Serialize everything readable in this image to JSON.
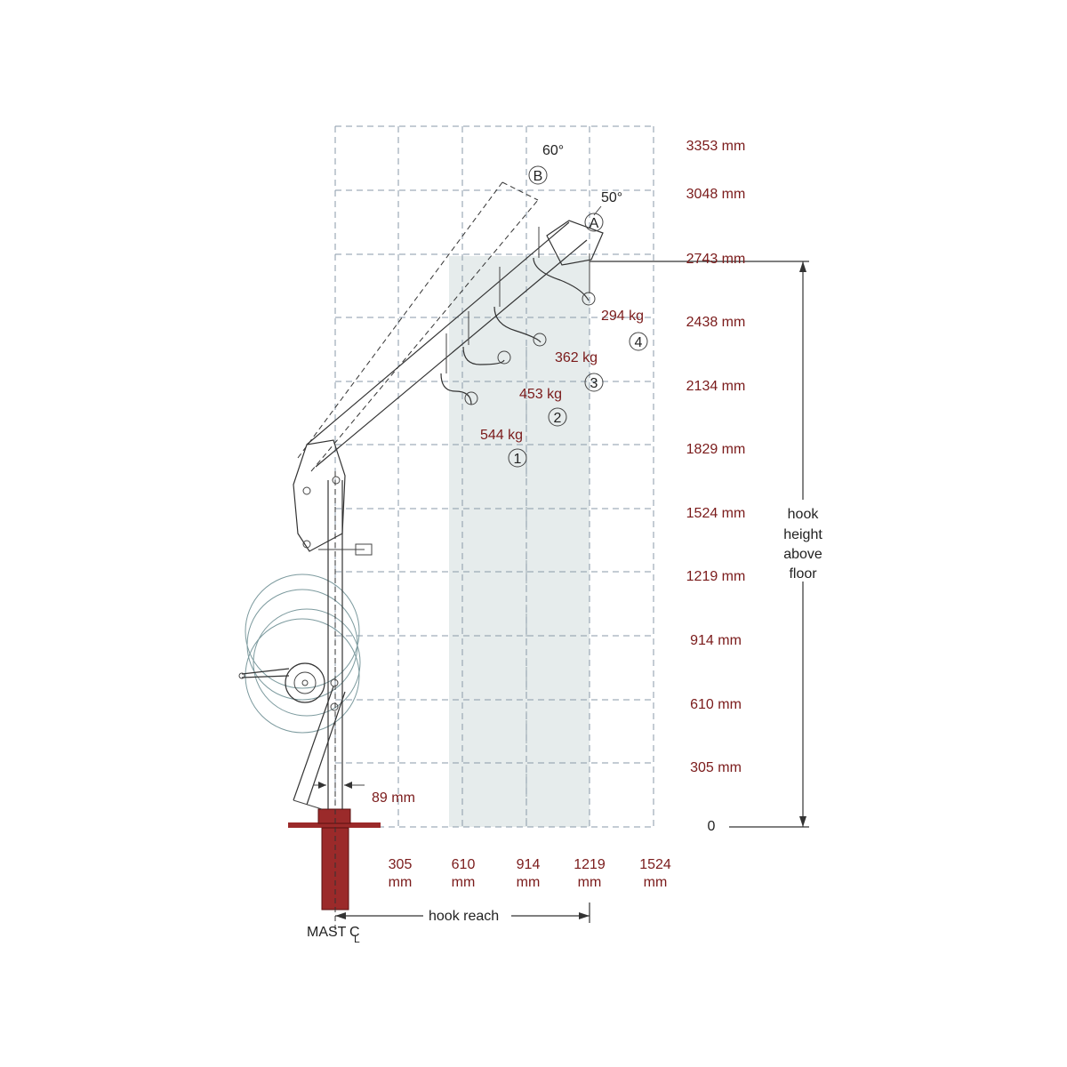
{
  "heights": [
    "3353 mm",
    "3048 mm",
    "2743 mm",
    "2438 mm",
    "2134 mm",
    "1829 mm",
    "1524 mm",
    "1219 mm",
    "914 mm",
    "610 mm",
    "305 mm",
    "0"
  ],
  "reach": [
    {
      "value": "305",
      "unit": "mm"
    },
    {
      "value": "610",
      "unit": "mm"
    },
    {
      "value": "914",
      "unit": "mm"
    },
    {
      "value": "1219",
      "unit": "mm"
    },
    {
      "value": "1524",
      "unit": "mm"
    }
  ],
  "angles": {
    "b": "60°",
    "a": "50°"
  },
  "positions": {
    "a": "A",
    "b": "B"
  },
  "loads": [
    {
      "num": "1",
      "kg": "544 kg"
    },
    {
      "num": "2",
      "kg": "453 kg"
    },
    {
      "num": "3",
      "kg": "362 kg"
    },
    {
      "num": "4",
      "kg": "294 kg"
    }
  ],
  "labels": {
    "mast_diameter": "89 mm",
    "hook_reach": "hook reach",
    "mast": "MAST",
    "centerline": "C",
    "centerline_sub": "L",
    "hook_height": [
      "hook",
      "height",
      "above",
      "floor"
    ]
  },
  "colors": {
    "dimension_text": "#7a1a1a",
    "base": "#9b2a2a",
    "work_area": "#e6ecec",
    "swing_arcs": "#7c9a9e"
  }
}
